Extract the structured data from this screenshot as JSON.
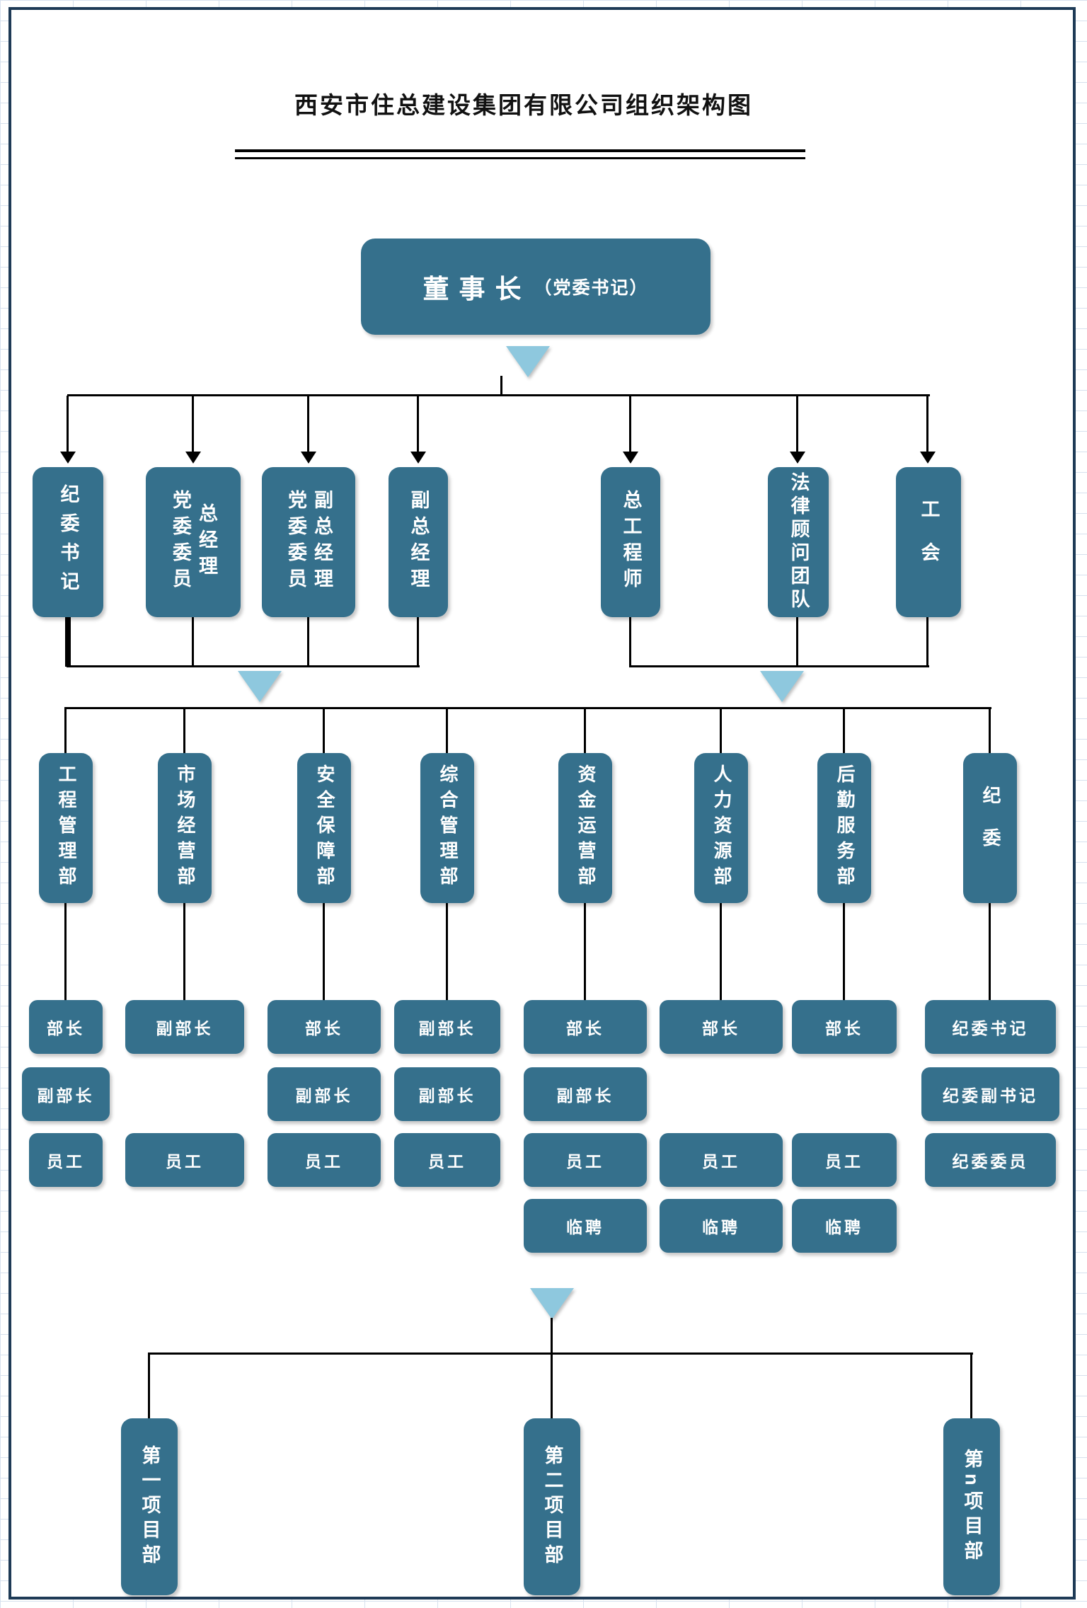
{
  "page": {
    "title": "西安市住总建设集团有限公司组织架构图"
  },
  "colors": {
    "node": "#35708c",
    "triangle": "#8ec8de",
    "frame": "#1e3a56",
    "line": "#000000",
    "grid": "#d7e1ee"
  },
  "chairman": {
    "title": "董事长",
    "subtitle": "（党委书记）"
  },
  "level1": [
    {
      "lines": [
        "纪委书记"
      ]
    },
    {
      "lines": [
        "总经理",
        "党委委员"
      ]
    },
    {
      "lines": [
        "副总经理",
        "党委委员"
      ]
    },
    {
      "lines": [
        "副总经理"
      ]
    },
    {
      "lines": [
        "总工程师"
      ]
    },
    {
      "lines": [
        "法律顾问团队"
      ]
    },
    {
      "lines": [
        "工会"
      ]
    }
  ],
  "departments": [
    {
      "label": "工程管理部",
      "staff": [
        "部长",
        "副部长",
        "员工"
      ]
    },
    {
      "label": "市场经营部",
      "staff": [
        "副部长",
        "员工"
      ]
    },
    {
      "label": "安全保障部",
      "staff": [
        "部长",
        "副部长",
        "员工"
      ]
    },
    {
      "label": "综合管理部",
      "staff": [
        "副部长",
        "副部长",
        "员工"
      ]
    },
    {
      "label": "资金运营部",
      "staff": [
        "部长",
        "副部长",
        "员工",
        "临聘"
      ]
    },
    {
      "label": "人力资源部",
      "staff": [
        "部长",
        "员工",
        "临聘"
      ]
    },
    {
      "label": "后勤服务部",
      "staff": [
        "部长",
        "员工",
        "临聘"
      ]
    },
    {
      "label": "纪委",
      "staff": [
        "纪委书记",
        "纪委副书记",
        "纪委委员"
      ]
    }
  ],
  "projects": [
    {
      "label": "第一项目部"
    },
    {
      "label": "第二项目部"
    },
    {
      "label": "第n项目部"
    }
  ]
}
